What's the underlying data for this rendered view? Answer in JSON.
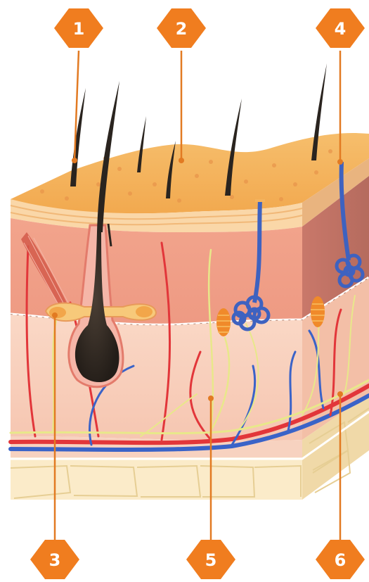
{
  "colors": {
    "marker": "#F07D1F",
    "leader": "#E27A22",
    "epidermis_top": "#F4B35E",
    "dermis": "#F1A08B",
    "hypodermis": "#F8CDB9",
    "fat": "#FBEBC9",
    "hair": "#2A241F",
    "artery": "#E2363A",
    "vein": "#3A63C8",
    "nerve": "#E8E88A",
    "sweat_gland": "#3E62C0"
  },
  "markers": [
    {
      "id": "1",
      "label": "1",
      "icon": "hexagon-marker"
    },
    {
      "id": "2",
      "label": "2",
      "icon": "hexagon-marker"
    },
    {
      "id": "3",
      "label": "3",
      "icon": "hexagon-marker"
    },
    {
      "id": "4",
      "label": "4",
      "icon": "hexagon-marker"
    },
    {
      "id": "5",
      "label": "5",
      "icon": "hexagon-marker"
    },
    {
      "id": "6",
      "label": "6",
      "icon": "hexagon-marker"
    }
  ]
}
